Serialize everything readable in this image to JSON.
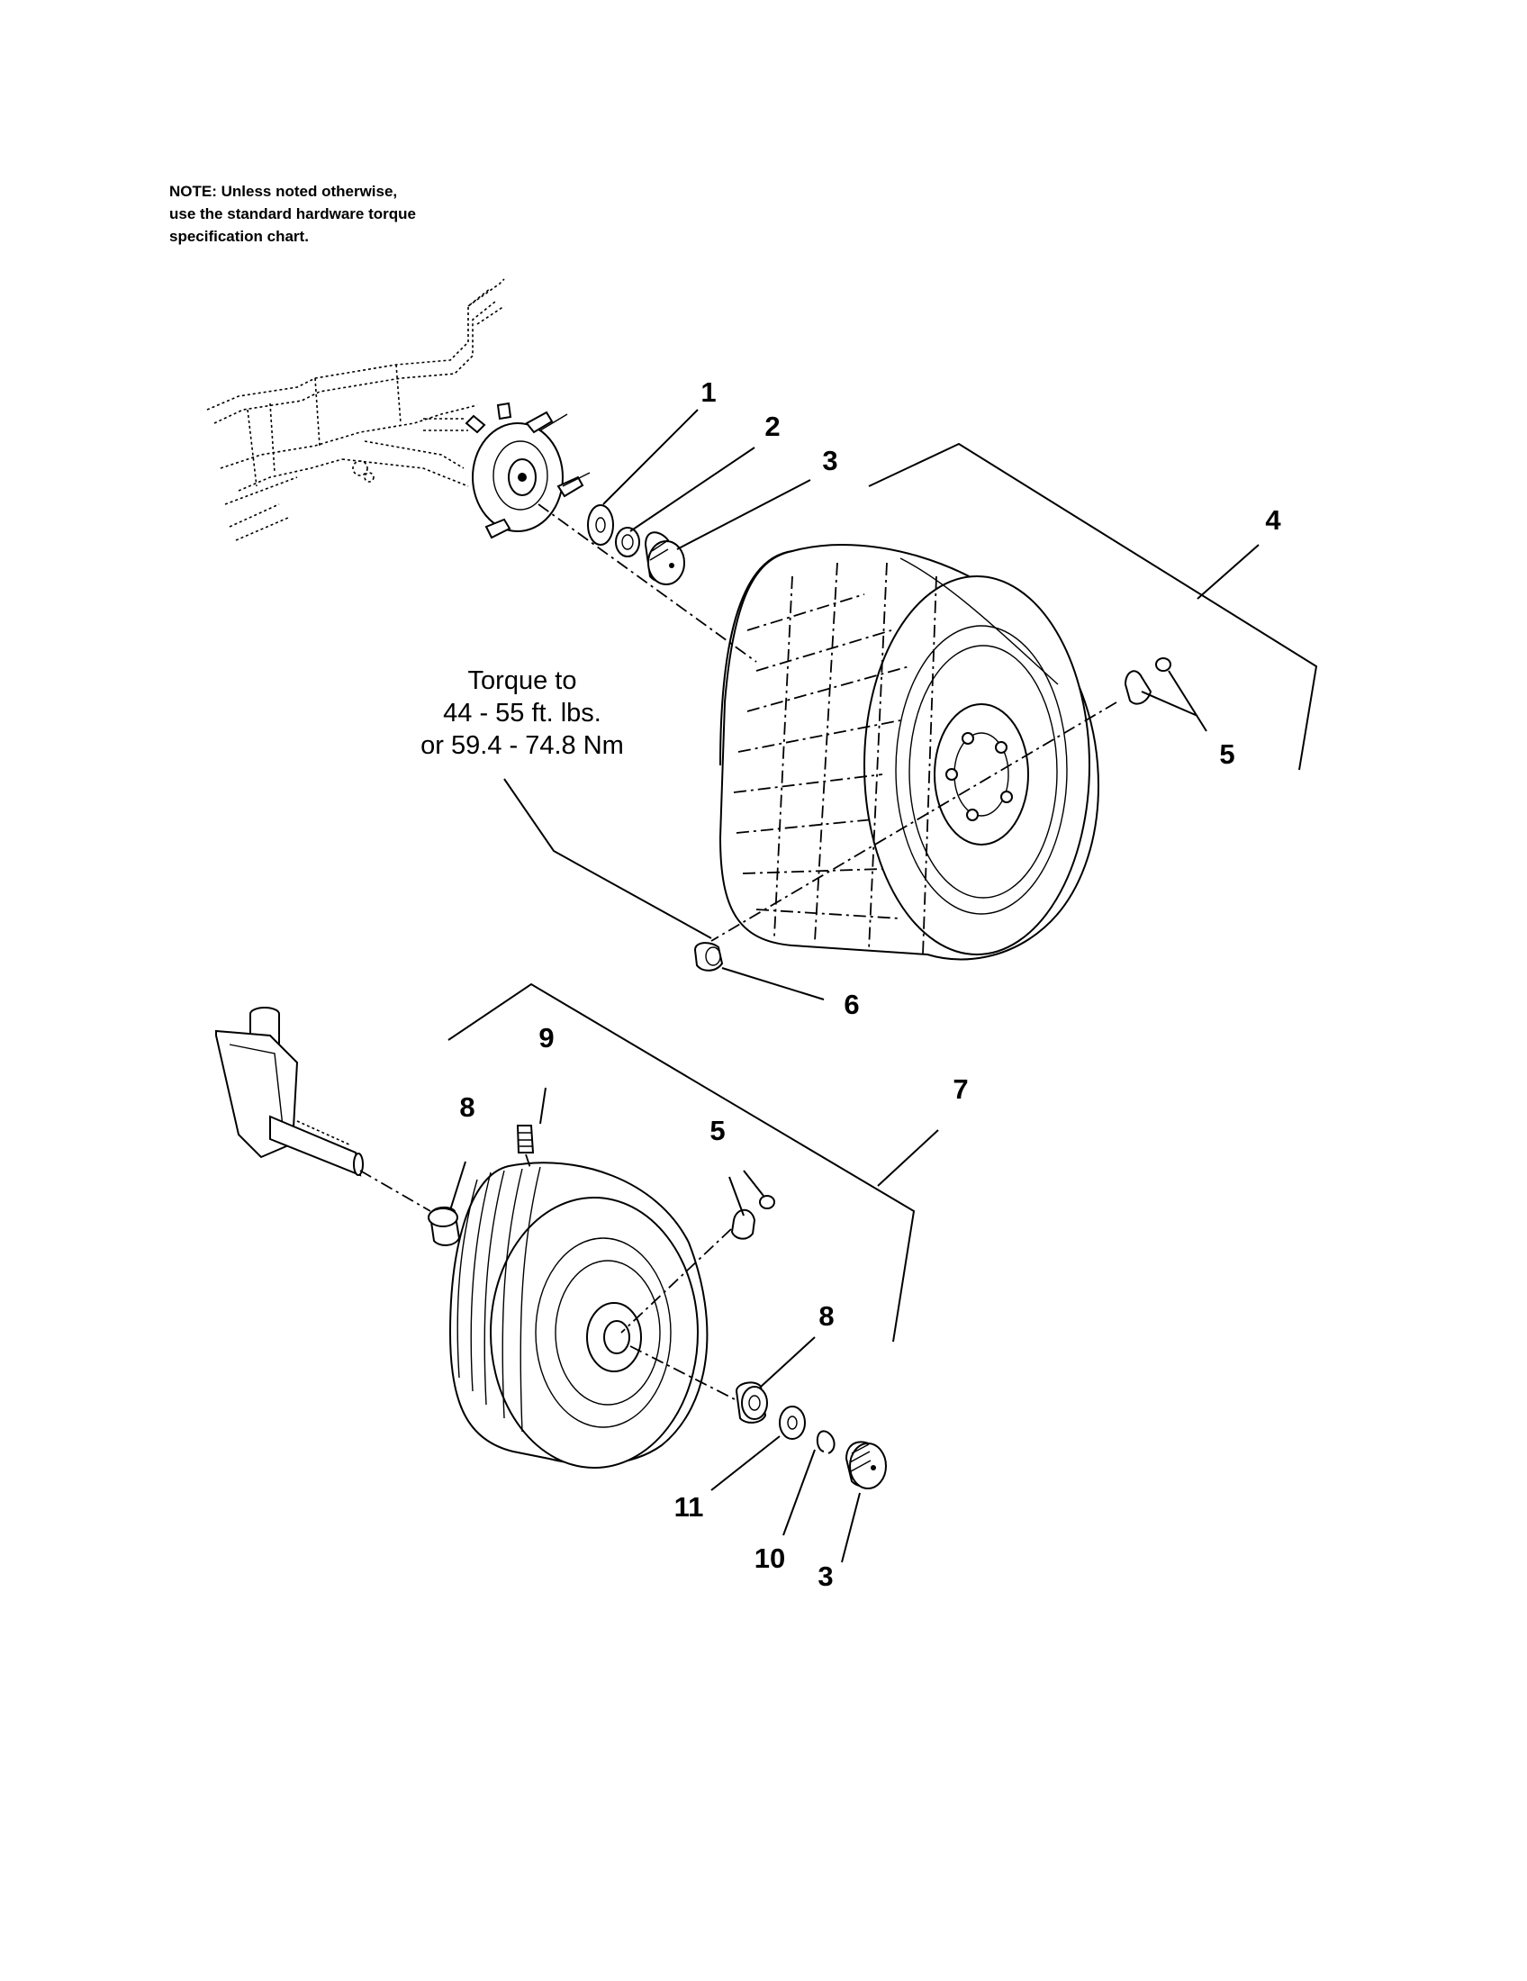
{
  "note": {
    "line1": "NOTE: Unless noted otherwise,",
    "line2": "use the standard hardware torque",
    "line3": "specification chart."
  },
  "torque": {
    "line1": "Torque to",
    "line2": "44 - 55 ft. lbs.",
    "line3": "or 59.4 - 74.8 Nm"
  },
  "callouts": {
    "c1": "1",
    "c2": "2",
    "c3": "3",
    "c4": "4",
    "c5": "5",
    "c6": "6",
    "c7": "7",
    "c8": "8",
    "c9": "9",
    "c5b": "5",
    "c8b": "8",
    "c11": "11",
    "c10": "10",
    "c3b": "3"
  }
}
